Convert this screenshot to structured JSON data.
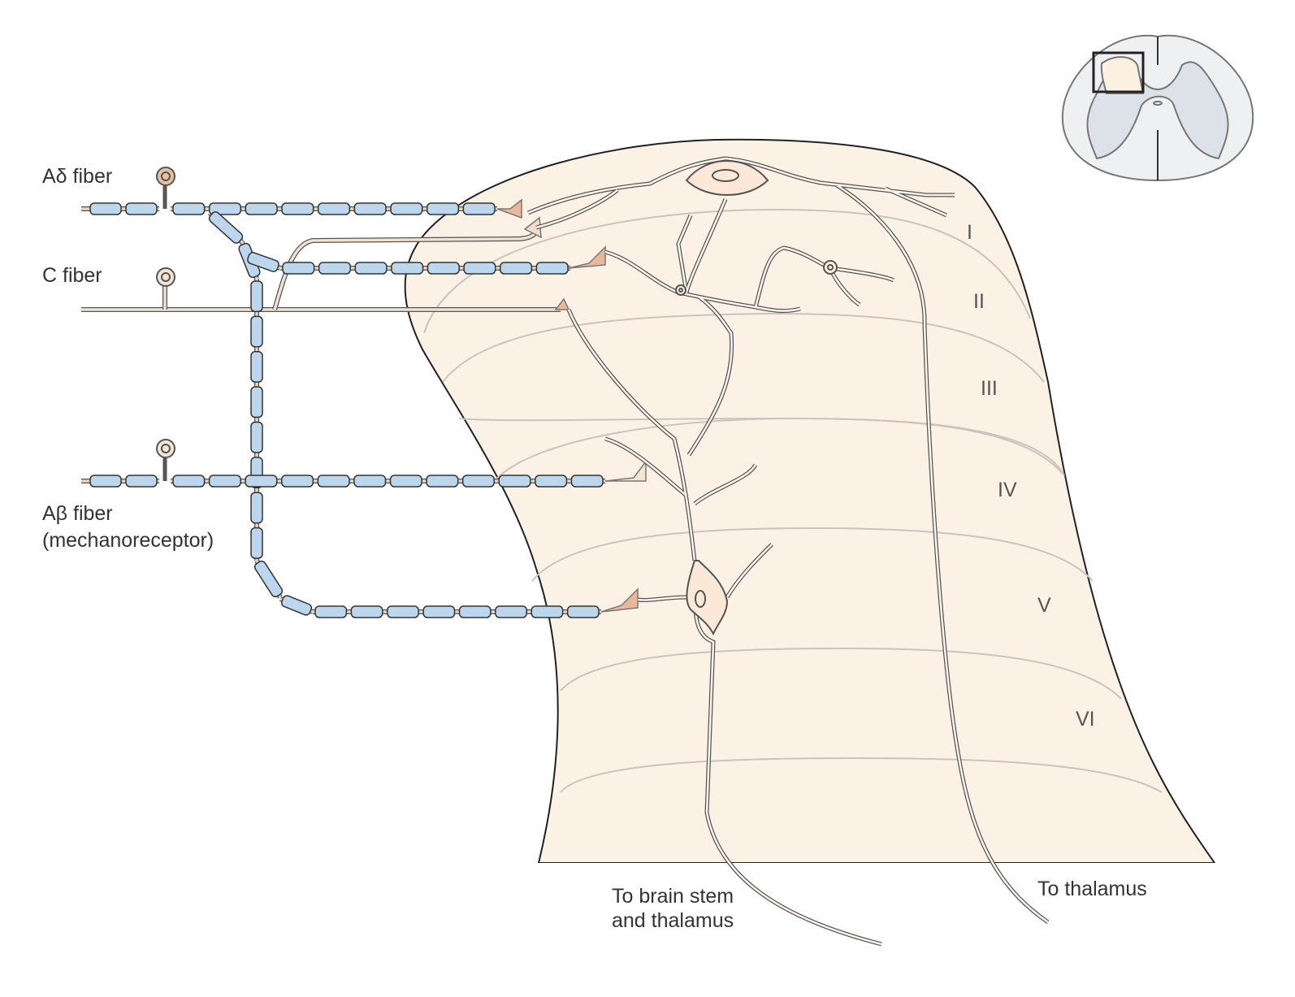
{
  "fibers": {
    "a_delta": "Aδ fiber",
    "c": "C fiber",
    "a_beta": "Aβ fiber",
    "a_beta_sub": "(mechanoreceptor)"
  },
  "laminae": [
    "I",
    "II",
    "III",
    "IV",
    "V",
    "VI"
  ],
  "outputs": {
    "brainstem_line1": "To brain stem",
    "brainstem_line2": "and thalamus",
    "thalamus": "To thalamus"
  },
  "colors": {
    "dorsal_horn": "#fcf1e5",
    "myelin": "#bcd6ee",
    "axon": "#e8d4be",
    "terminal": "#e8b898",
    "lamina_line": "#c8c4c0"
  }
}
